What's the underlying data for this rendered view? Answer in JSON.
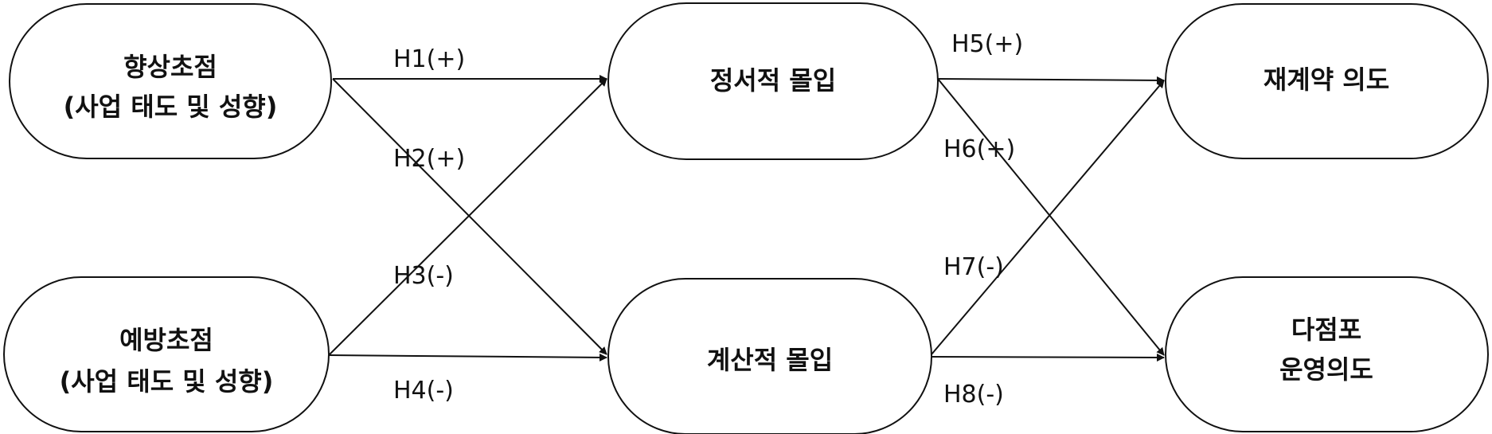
{
  "nodes": {
    "promotion_focus": {
      "lines": [
        "향상초점",
        "(사업 태도 및 성향)"
      ]
    },
    "prevention_focus": {
      "lines": [
        "예방초점",
        "(사업 태도 및 성향)"
      ]
    },
    "affective_commitment": {
      "lines": [
        "정서적 몰입"
      ]
    },
    "calculative_commitment": {
      "lines": [
        "계산적 몰입"
      ]
    },
    "renewal_intention": {
      "lines": [
        "재계약 의도"
      ]
    },
    "multi_store_intention": {
      "lines": [
        "다점포",
        "운영의도"
      ]
    }
  },
  "hypotheses": {
    "h1": "H1(+)",
    "h2": "H2(+)",
    "h3": "H3(-)",
    "h4": "H4(-)",
    "h5": "H5(+)",
    "h6": "H6(+)",
    "h7": "H7(-)",
    "h8": "H8(-)"
  }
}
